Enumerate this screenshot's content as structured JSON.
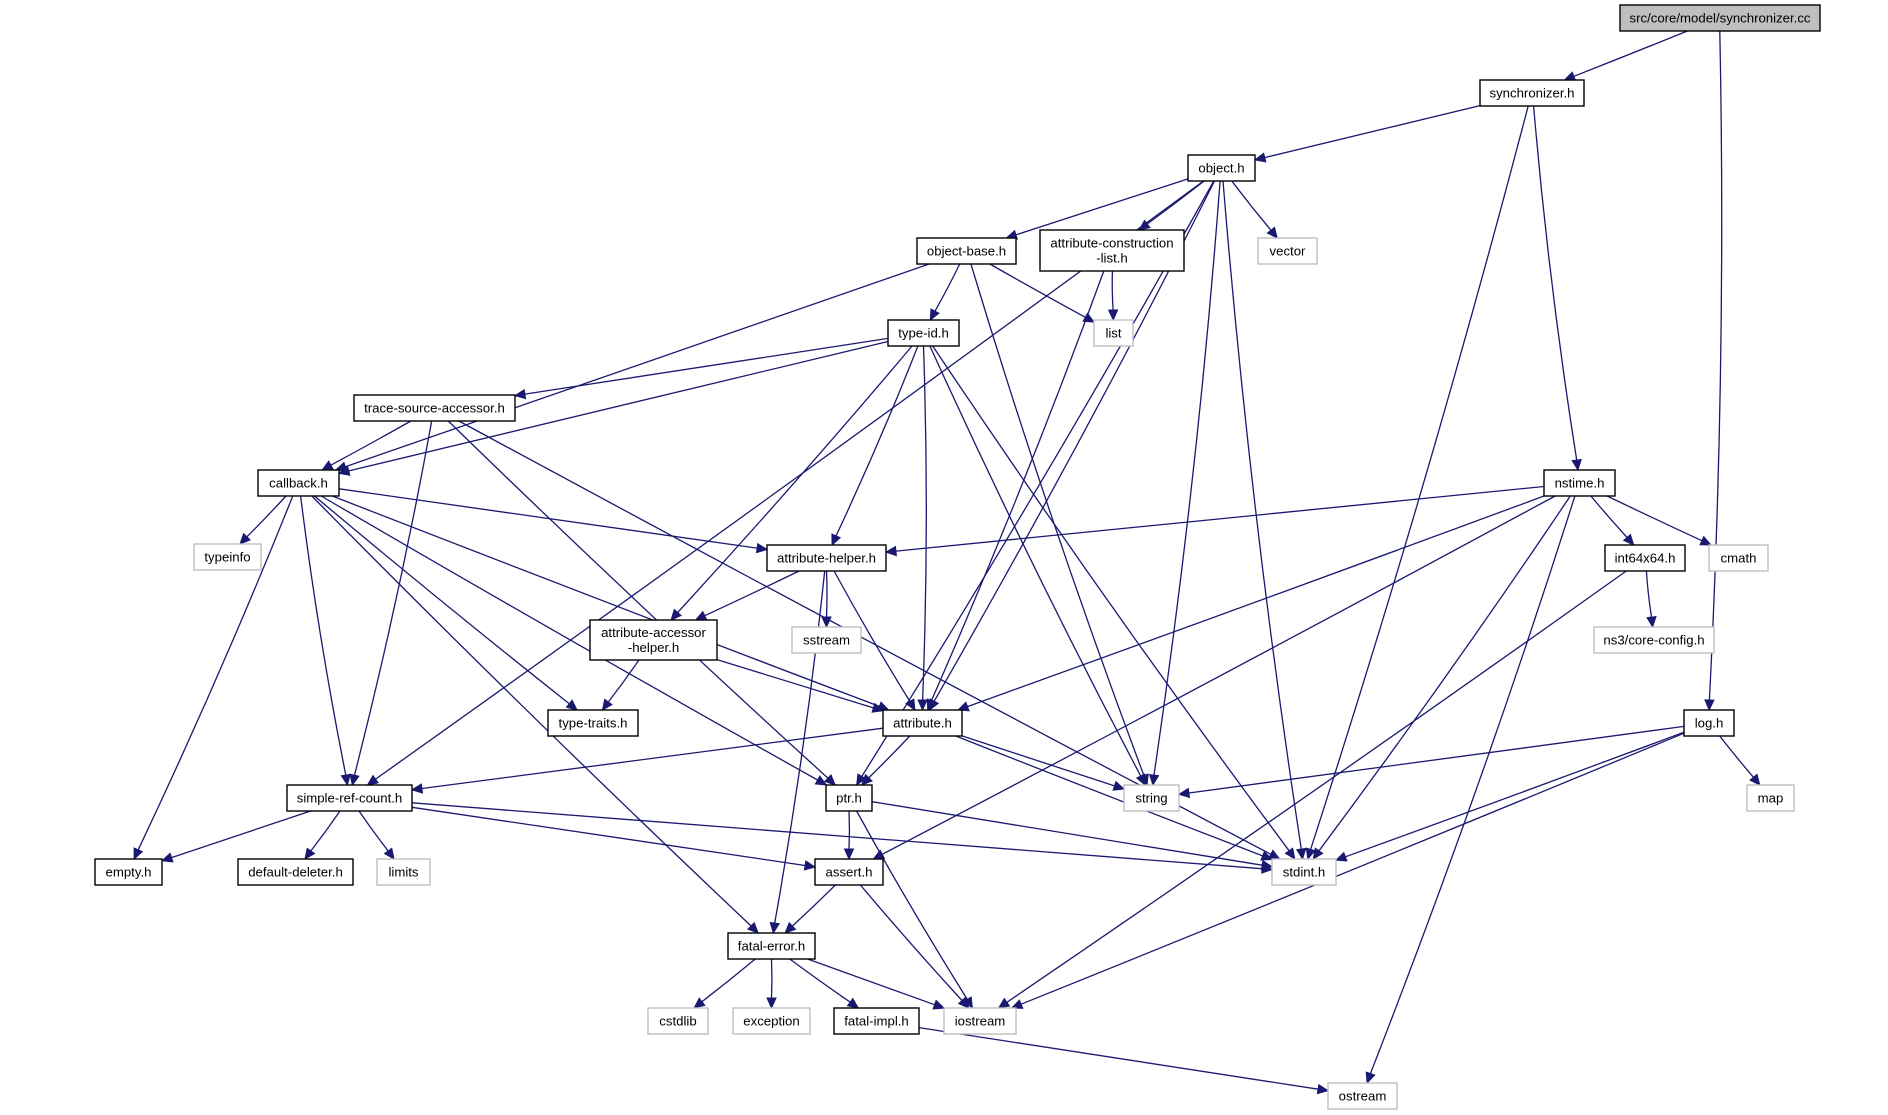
{
  "diagram": {
    "type": "include-dependency-graph",
    "root": "src/core/model/synchronizer.cc",
    "colors": {
      "edge": "#191970",
      "root_fill": "#bfbfbf",
      "project_border": "#000000",
      "system_border": "#bfbfbf"
    },
    "nodes": [
      {
        "id": "root",
        "label": "src/core/model/synchronizer.cc",
        "kind": "root"
      },
      {
        "id": "synchronizer",
        "label": "synchronizer.h",
        "kind": "project"
      },
      {
        "id": "object",
        "label": "object.h",
        "kind": "project"
      },
      {
        "id": "object-base",
        "label": "object-base.h",
        "kind": "project"
      },
      {
        "id": "attr-constr",
        "label": "attribute-construction\n-list.h",
        "kind": "project"
      },
      {
        "id": "vector",
        "label": "vector",
        "kind": "system"
      },
      {
        "id": "list",
        "label": "list",
        "kind": "system"
      },
      {
        "id": "type-id",
        "label": "type-id.h",
        "kind": "project"
      },
      {
        "id": "trace-src",
        "label": "trace-source-accessor.h",
        "kind": "project"
      },
      {
        "id": "callback",
        "label": "callback.h",
        "kind": "project"
      },
      {
        "id": "typeinfo",
        "label": "typeinfo",
        "kind": "system"
      },
      {
        "id": "attr-helper",
        "label": "attribute-helper.h",
        "kind": "project"
      },
      {
        "id": "sstream",
        "label": "sstream",
        "kind": "system"
      },
      {
        "id": "attr-acc-helper",
        "label": "attribute-accessor\n-helper.h",
        "kind": "project"
      },
      {
        "id": "type-traits",
        "label": "type-traits.h",
        "kind": "project"
      },
      {
        "id": "attribute",
        "label": "attribute.h",
        "kind": "project"
      },
      {
        "id": "ptr",
        "label": "ptr.h",
        "kind": "project"
      },
      {
        "id": "simple-ref",
        "label": "simple-ref-count.h",
        "kind": "project"
      },
      {
        "id": "empty",
        "label": "empty.h",
        "kind": "project"
      },
      {
        "id": "default-deleter",
        "label": "default-deleter.h",
        "kind": "project"
      },
      {
        "id": "limits",
        "label": "limits",
        "kind": "system"
      },
      {
        "id": "assert",
        "label": "assert.h",
        "kind": "project"
      },
      {
        "id": "fatal-error",
        "label": "fatal-error.h",
        "kind": "project"
      },
      {
        "id": "cstdlib",
        "label": "cstdlib",
        "kind": "system"
      },
      {
        "id": "exception",
        "label": "exception",
        "kind": "system"
      },
      {
        "id": "fatal-impl",
        "label": "fatal-impl.h",
        "kind": "project"
      },
      {
        "id": "iostream",
        "label": "iostream",
        "kind": "system"
      },
      {
        "id": "ostream",
        "label": "ostream",
        "kind": "system"
      },
      {
        "id": "string",
        "label": "string",
        "kind": "system"
      },
      {
        "id": "stdint",
        "label": "stdint.h",
        "kind": "system"
      },
      {
        "id": "nstime",
        "label": "nstime.h",
        "kind": "project"
      },
      {
        "id": "int64x64",
        "label": "int64x64.h",
        "kind": "project"
      },
      {
        "id": "cmath",
        "label": "cmath",
        "kind": "system"
      },
      {
        "id": "core-config",
        "label": "ns3/core-config.h",
        "kind": "system"
      },
      {
        "id": "log",
        "label": "log.h",
        "kind": "project"
      },
      {
        "id": "map",
        "label": "map",
        "kind": "system"
      }
    ],
    "edges": [
      [
        "root",
        "synchronizer"
      ],
      [
        "root",
        "log"
      ],
      [
        "synchronizer",
        "object"
      ],
      [
        "synchronizer",
        "stdint"
      ],
      [
        "synchronizer",
        "nstime"
      ],
      [
        "object",
        "object-base"
      ],
      [
        "object",
        "attr-constr"
      ],
      [
        "object",
        "vector"
      ],
      [
        "object",
        "simple-ref"
      ],
      [
        "object",
        "ptr"
      ],
      [
        "object",
        "attribute"
      ],
      [
        "object",
        "string"
      ],
      [
        "object",
        "stdint"
      ],
      [
        "object-base",
        "type-id"
      ],
      [
        "object-base",
        "list"
      ],
      [
        "object-base",
        "callback"
      ],
      [
        "object-base",
        "string"
      ],
      [
        "attr-constr",
        "list"
      ],
      [
        "attr-constr",
        "attribute"
      ],
      [
        "type-id",
        "trace-src"
      ],
      [
        "type-id",
        "callback"
      ],
      [
        "type-id",
        "attr-helper"
      ],
      [
        "type-id",
        "attr-acc-helper"
      ],
      [
        "type-id",
        "attribute"
      ],
      [
        "type-id",
        "string"
      ],
      [
        "type-id",
        "stdint"
      ],
      [
        "trace-src",
        "callback"
      ],
      [
        "trace-src",
        "simple-ref"
      ],
      [
        "trace-src",
        "ptr"
      ],
      [
        "trace-src",
        "stdint"
      ],
      [
        "callback",
        "typeinfo"
      ],
      [
        "callback",
        "attr-helper"
      ],
      [
        "callback",
        "type-traits"
      ],
      [
        "callback",
        "attribute"
      ],
      [
        "callback",
        "ptr"
      ],
      [
        "callback",
        "simple-ref"
      ],
      [
        "callback",
        "empty"
      ],
      [
        "callback",
        "fatal-error"
      ],
      [
        "attr-helper",
        "attr-acc-helper"
      ],
      [
        "attr-helper",
        "sstream"
      ],
      [
        "attr-helper",
        "attribute"
      ],
      [
        "attr-helper",
        "fatal-error"
      ],
      [
        "attr-acc-helper",
        "type-traits"
      ],
      [
        "attr-acc-helper",
        "attribute"
      ],
      [
        "attribute",
        "ptr"
      ],
      [
        "attribute",
        "simple-ref"
      ],
      [
        "attribute",
        "string"
      ],
      [
        "attribute",
        "stdint"
      ],
      [
        "ptr",
        "assert"
      ],
      [
        "ptr",
        "iostream"
      ],
      [
        "ptr",
        "stdint"
      ],
      [
        "simple-ref",
        "empty"
      ],
      [
        "simple-ref",
        "default-deleter"
      ],
      [
        "simple-ref",
        "limits"
      ],
      [
        "simple-ref",
        "assert"
      ],
      [
        "simple-ref",
        "stdint"
      ],
      [
        "assert",
        "fatal-error"
      ],
      [
        "assert",
        "iostream"
      ],
      [
        "fatal-error",
        "cstdlib"
      ],
      [
        "fatal-error",
        "exception"
      ],
      [
        "fatal-error",
        "fatal-impl"
      ],
      [
        "fatal-error",
        "iostream"
      ],
      [
        "fatal-impl",
        "ostream"
      ],
      [
        "nstime",
        "attr-helper"
      ],
      [
        "nstime",
        "attribute"
      ],
      [
        "nstime",
        "assert"
      ],
      [
        "nstime",
        "stdint"
      ],
      [
        "nstime",
        "int64x64"
      ],
      [
        "nstime",
        "cmath"
      ],
      [
        "nstime",
        "ostream"
      ],
      [
        "int64x64",
        "core-config"
      ],
      [
        "int64x64",
        "iostream"
      ],
      [
        "log",
        "string"
      ],
      [
        "log",
        "map"
      ],
      [
        "log",
        "stdint"
      ],
      [
        "log",
        "iostream"
      ]
    ]
  }
}
